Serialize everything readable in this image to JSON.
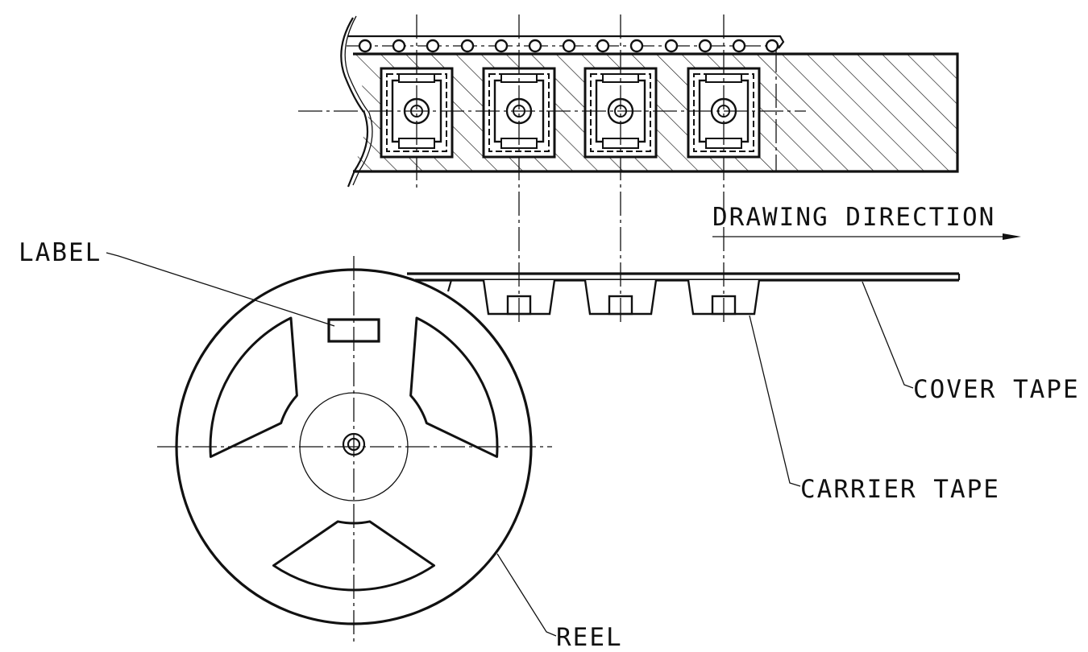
{
  "labels": {
    "drawing_direction": "DRAWING DIRECTION",
    "label": "LABEL",
    "cover_tape": "COVER TAPE",
    "carrier_tape": "CARRIER TAPE",
    "reel": "REEL"
  },
  "colors": {
    "ink": "#111111",
    "background": "#ffffff"
  }
}
